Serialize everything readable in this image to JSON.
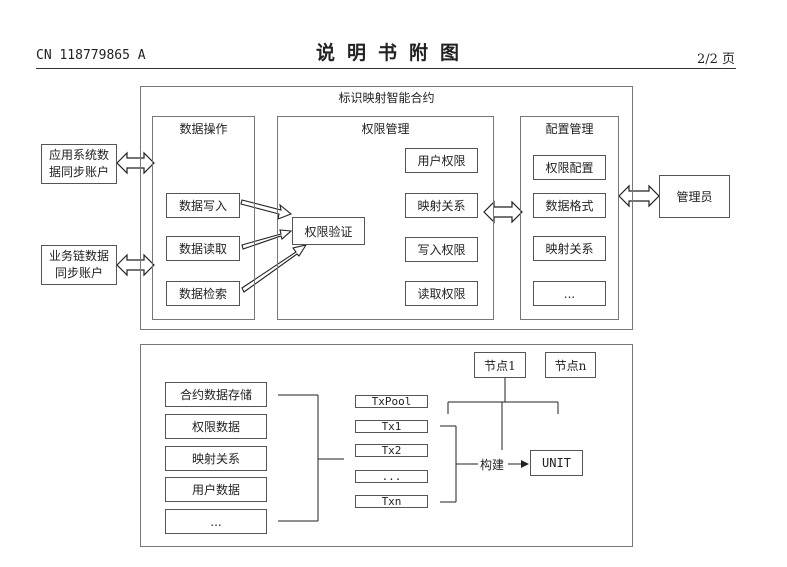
{
  "header": {
    "patent_no": "CN 118779865 A",
    "title": "说明书附图",
    "page": "2/2 页"
  },
  "top": {
    "contract_title": "标识映射智能合约",
    "external": {
      "app_account": "应用系统数据同步账户",
      "chain_account": "业务链数据同步账户",
      "admin": "管理员"
    },
    "data_ops": {
      "title": "数据操作",
      "items": [
        "数据写入",
        "数据读取",
        "数据检索"
      ]
    },
    "perm_mgmt": {
      "title": "权限管理",
      "verify": "权限验证",
      "items": [
        "用户权限",
        "映射关系",
        "写入权限",
        "读取权限"
      ]
    },
    "config_mgmt": {
      "title": "配置管理",
      "items": [
        "权限配置",
        "数据格式",
        "映射关系",
        "..."
      ]
    }
  },
  "bottom": {
    "storage": [
      "合约数据存储",
      "权限数据",
      "映射关系",
      "用户数据",
      "..."
    ],
    "txs": [
      "TxPool",
      "Tx1",
      "Tx2",
      "...",
      "Txn"
    ],
    "build_label": "构建",
    "unit": "UNIT",
    "nodes": [
      "节点1",
      "节点n"
    ]
  }
}
